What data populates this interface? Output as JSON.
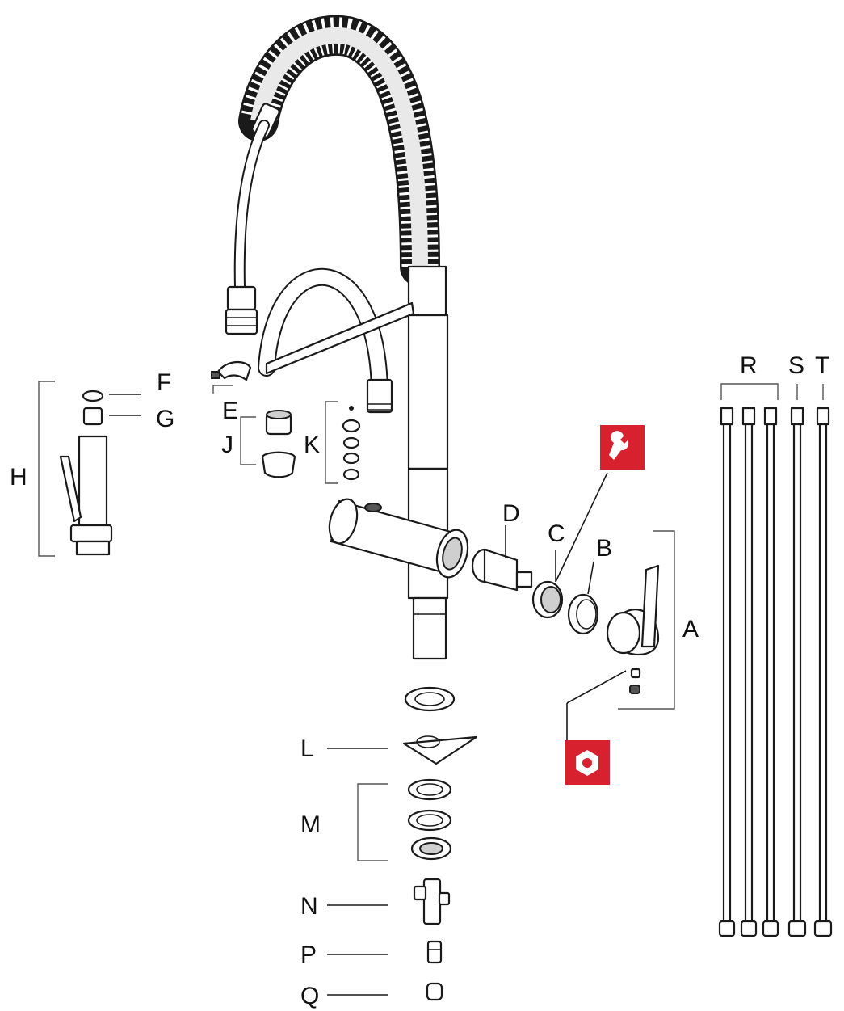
{
  "labels": {
    "A": "A",
    "B": "B",
    "C": "C",
    "D": "D",
    "E": "E",
    "F": "F",
    "G": "G",
    "H": "H",
    "J": "J",
    "K": "K",
    "L": "L",
    "M": "M",
    "N": "N",
    "P": "P",
    "Q": "Q",
    "R": "R",
    "S": "S",
    "T": "T"
  },
  "icons": {
    "tool": "wrench-icon",
    "tool_color": "#d7212f",
    "hardware": "hex-nut-icon",
    "hardware_color": "#d7212f"
  }
}
